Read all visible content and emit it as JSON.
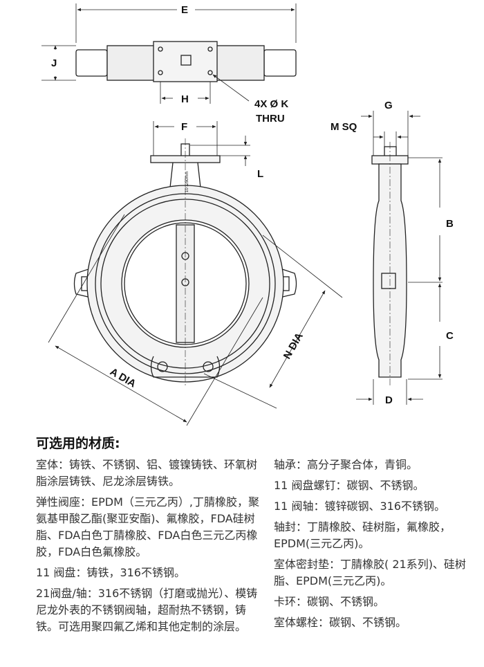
{
  "drawing": {
    "labels": {
      "E": "E",
      "J": "J",
      "H": "H",
      "K": "4X Ø K",
      "thru": "THRU",
      "F": "F",
      "L": "L",
      "G": "G",
      "MSQ": "M SQ",
      "B": "B",
      "C": "C",
      "D": "D",
      "A": "A DIA",
      "N": "N DIA",
      "stem_text": "10\"/250mm"
    }
  },
  "materials": {
    "title": "可选用的材质:",
    "left": [
      "室体：铸铁、不锈钢、铝、镀镍铸铁、环氧树脂涂层铸铁、尼龙涂层铸铁。",
      "弹性阀座：EPDM（三元乙丙）,丁腈橡胶，聚氨基甲酸乙酯(聚亚安酯)、氟橡胶，FDA硅树脂、FDA白色丁腈橡胶、FDA白色三元乙丙橡胶，FDA白色氟橡胶。",
      "11 阀盘：铸铁，316不锈钢。",
      "21阀盘/轴：316不锈钢（打磨或抛光）、模铸尼龙外表的不锈钢阀轴，超耐热不锈钢，铸铁。可选用聚四氟乙烯和其他定制的涂层。"
    ],
    "right": [
      "轴承：高分子聚合体，青铜。",
      "11 阀盘螺钉：碳钢、不锈钢。",
      "11 阀轴：镀锌碳钢、316不锈钢。",
      "轴封：丁腈橡胶、硅树脂，氟橡胶，EPDM(三元乙丙)。",
      "室体密封垫：丁腈橡胶( 21系列)、硅树脂、EPDM(三元乙丙)。",
      "卡环：碳钢、不锈钢。",
      "室体螺栓：碳钢、不锈钢。"
    ]
  }
}
